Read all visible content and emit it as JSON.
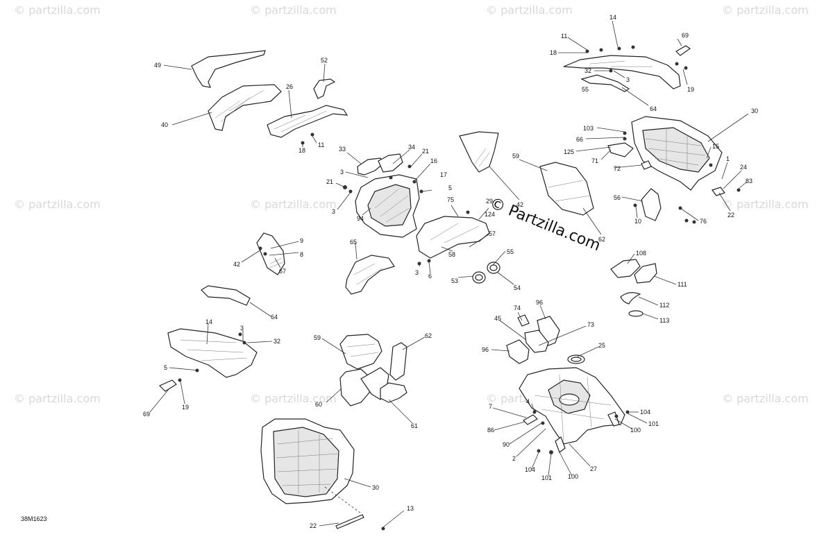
{
  "brand_label": "© Partzilla.com",
  "watermark_text": "© partzilla.com",
  "diagram_code": "38M1623",
  "callouts": [
    "49",
    "52",
    "26",
    "40",
    "11",
    "18",
    "14",
    "11",
    "69",
    "18",
    "32",
    "3",
    "19",
    "55",
    "64",
    "30",
    "103",
    "66",
    "125",
    "71",
    "72",
    "15",
    "1",
    "24",
    "83",
    "22",
    "56",
    "10",
    "76",
    "33",
    "34",
    "21",
    "16",
    "17",
    "3",
    "21",
    "5",
    "3",
    "94",
    "42",
    "59",
    "62",
    "75",
    "29",
    "124",
    "57",
    "55",
    "58",
    "3",
    "6",
    "53",
    "54",
    "9",
    "8",
    "42",
    "67",
    "65",
    "108",
    "111",
    "112",
    "113",
    "64",
    "14",
    "3",
    "32",
    "5",
    "69",
    "19",
    "59",
    "62",
    "60",
    "61",
    "74",
    "96",
    "45",
    "73",
    "96",
    "25",
    "7",
    "4",
    "104",
    "101",
    "100",
    "86",
    "90",
    "2",
    "104",
    "101",
    "100",
    "27",
    "30",
    "13",
    "22"
  ]
}
